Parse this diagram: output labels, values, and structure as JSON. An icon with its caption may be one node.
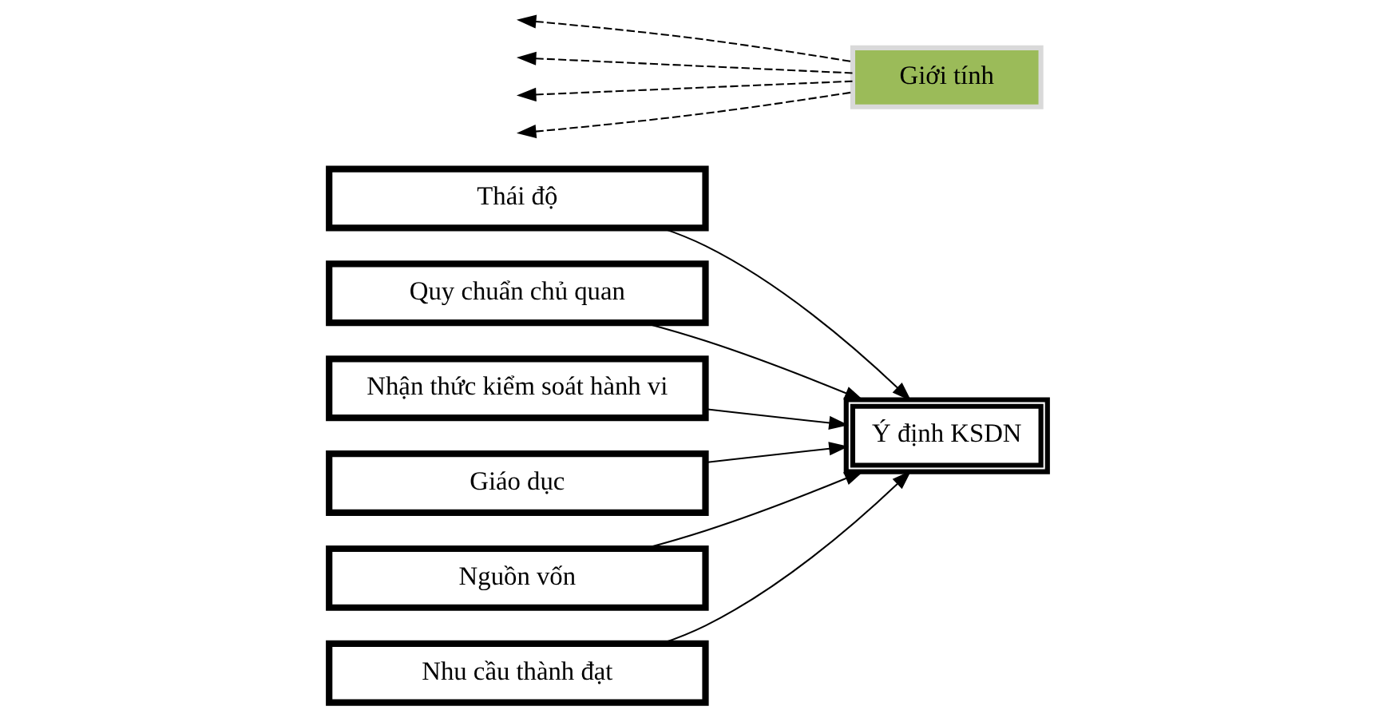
{
  "diagram": {
    "nodes": [
      {
        "text": [
          "Thái độ"
        ]
      },
      {
        "text": [
          "Quy chuẩn chủ quan"
        ]
      },
      {
        "text": [
          "Nhận thức kiểm soát hành vi"
        ]
      },
      {
        "text": [
          "Giáo dục"
        ]
      },
      {
        "text": [
          "Nguồn vốn"
        ]
      },
      {
        "text": [
          "Nhu cầu thành đạt"
        ]
      },
      {
        "text": [
          "Giới tính"
        ]
      },
      {
        "text": [
          "Ý định KSDN"
        ]
      }
    ],
    "edges": [
      {
        "from": 0,
        "to": 7,
        "arrow": "to"
      },
      {
        "from": 1,
        "to": 7,
        "arrow": "to"
      },
      {
        "from": 2,
        "to": 7,
        "arrow": "to"
      },
      {
        "from": 3,
        "to": 7,
        "arrow": "to"
      },
      {
        "from": 4,
        "to": 7,
        "arrow": "to"
      },
      {
        "from": 5,
        "to": 7,
        "arrow": "to"
      },
      {
        "from": 6,
        "to": null,
        "arrow": "to",
        "style": "dashed"
      },
      {
        "from": 6,
        "to": null,
        "arrow": "to",
        "style": "dashed"
      },
      {
        "from": 6,
        "to": null,
        "arrow": "to",
        "style": "dashed"
      },
      {
        "from": 6,
        "to": null,
        "arrow": "to",
        "style": "dashed"
      }
    ]
  }
}
